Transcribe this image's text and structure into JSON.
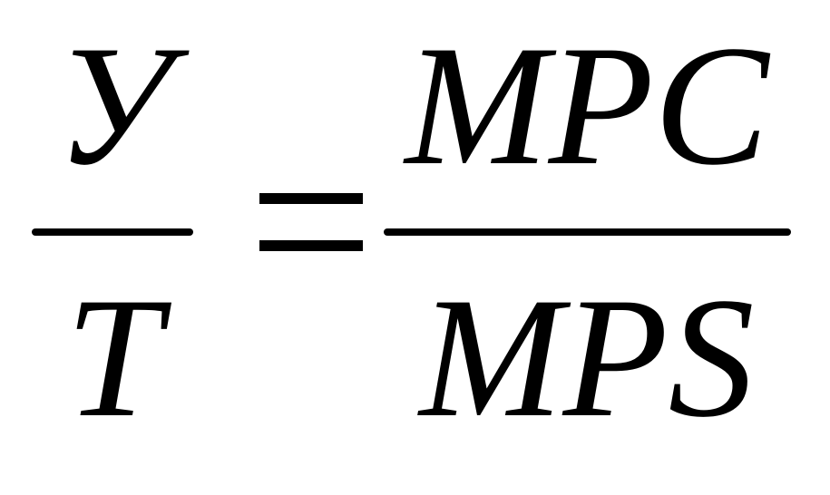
{
  "equation": {
    "left": {
      "numerator": "У",
      "denominator": "T"
    },
    "operator": "=",
    "right": {
      "numerator": "MPC",
      "denominator": "MPS"
    },
    "colors": {
      "ink": "#000000",
      "background": "#ffffff"
    }
  }
}
